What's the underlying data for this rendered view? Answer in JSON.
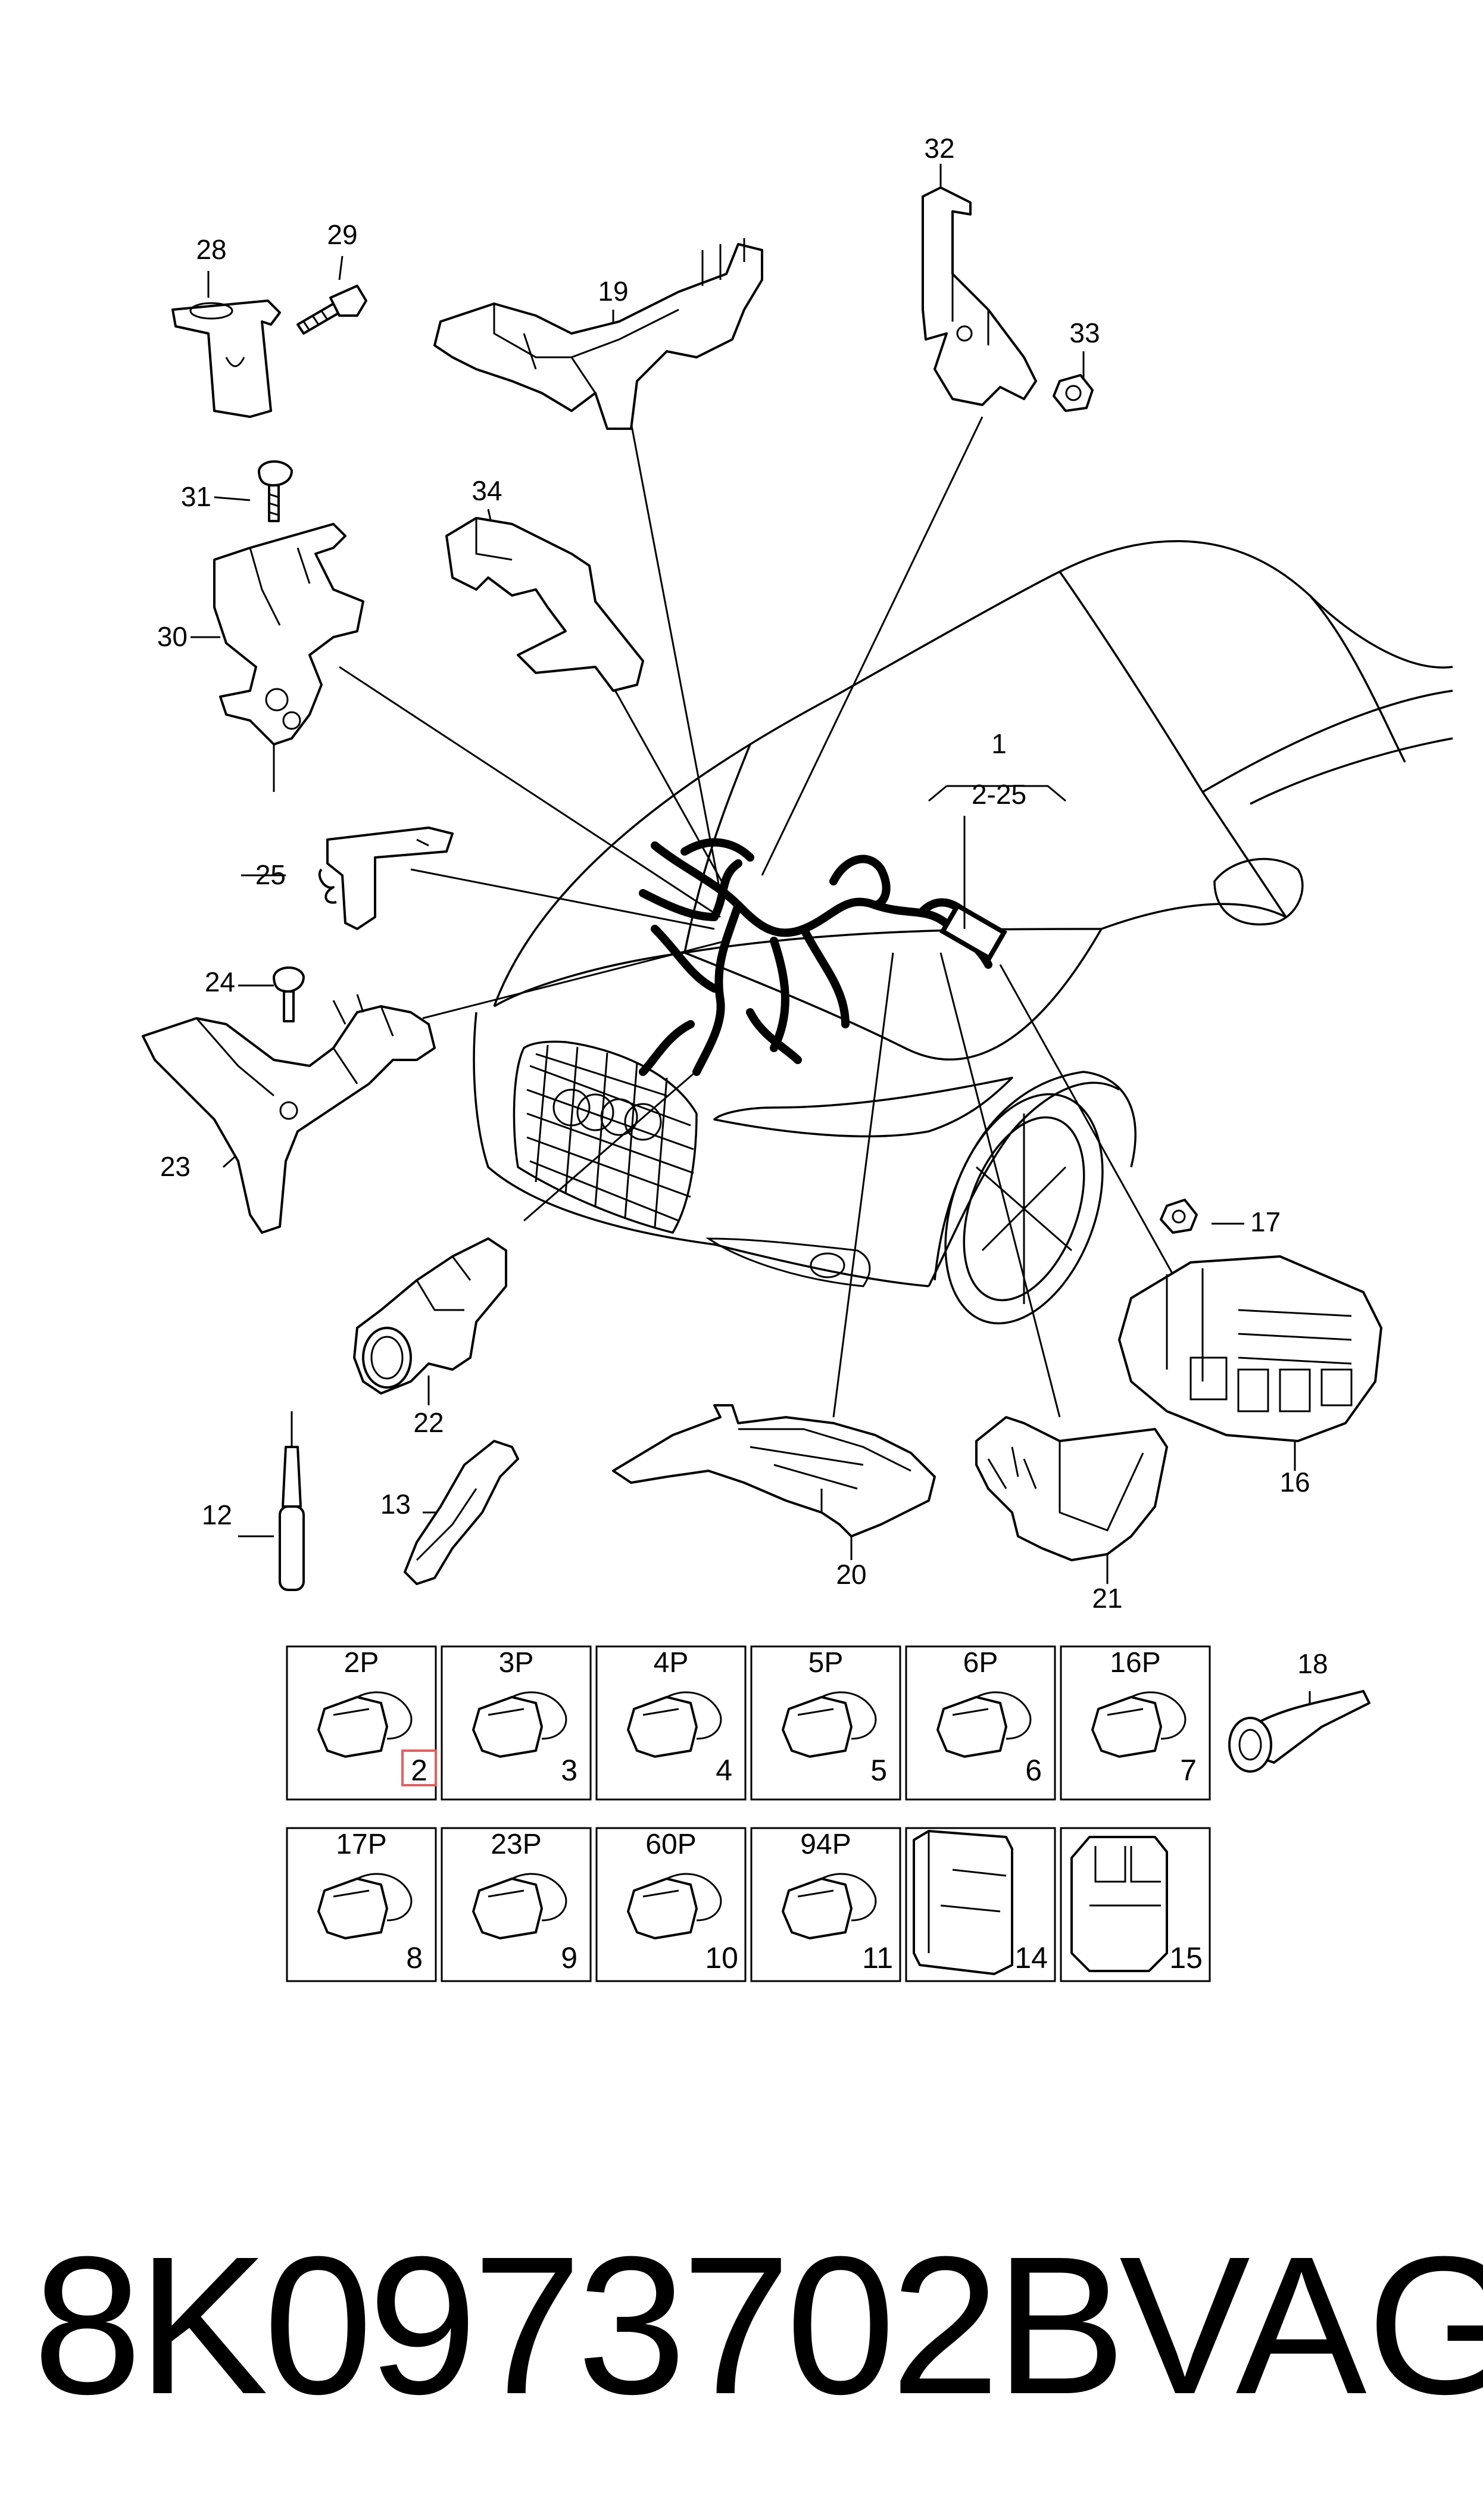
{
  "callouts": {
    "n1": "1",
    "n2_25": "2-25",
    "n12": "12",
    "n13": "13",
    "n16": "16",
    "n17": "17",
    "n18": "18",
    "n19": "19",
    "n20": "20",
    "n21": "21",
    "n22": "22",
    "n23": "23",
    "n24": "24",
    "n25": "25",
    "n28": "28",
    "n29": "29",
    "n30": "30",
    "n31": "31",
    "n32": "32",
    "n33": "33",
    "n34": "34"
  },
  "connector_grid": {
    "row1": [
      {
        "pins": "2P",
        "num": "2",
        "highlighted": true
      },
      {
        "pins": "3P",
        "num": "3"
      },
      {
        "pins": "4P",
        "num": "4"
      },
      {
        "pins": "5P",
        "num": "5"
      },
      {
        "pins": "6P",
        "num": "6"
      },
      {
        "pins": "16P",
        "num": "7"
      }
    ],
    "row2": [
      {
        "pins": "17P",
        "num": "8"
      },
      {
        "pins": "23P",
        "num": "9"
      },
      {
        "pins": "60P",
        "num": "10"
      },
      {
        "pins": "94P",
        "num": "11"
      },
      {
        "pins": "",
        "num": "14"
      },
      {
        "pins": "",
        "num": "15"
      }
    ],
    "highlight_color": "#e06060"
  },
  "footer": {
    "part_number": "8K0973702B",
    "brand": "VAG"
  }
}
